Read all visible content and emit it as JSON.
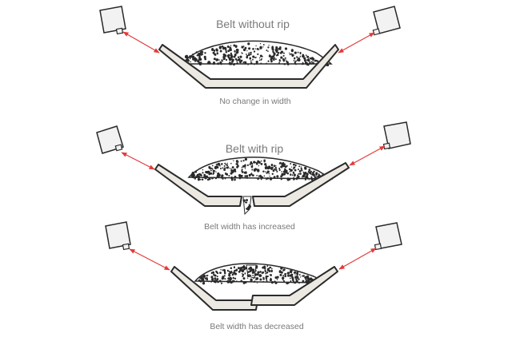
{
  "panels": [
    {
      "title": "Belt without rip",
      "caption": "No change in width",
      "rip": "none"
    },
    {
      "title": "Belt with rip",
      "caption": "Belt width has increased",
      "rip": "increased"
    },
    {
      "title": "",
      "caption": "Belt width has decreased",
      "rip": "decreased"
    }
  ],
  "colors": {
    "belt_fill": "#ece9e3",
    "outline": "#2a2a2a",
    "arrow": "#e23b3b",
    "sensor_fill": "#f2f2f2",
    "text": "#7a7a7a"
  },
  "icons": {
    "sensor": "distance-sensor-icon",
    "material": "bulk-material-pile"
  }
}
